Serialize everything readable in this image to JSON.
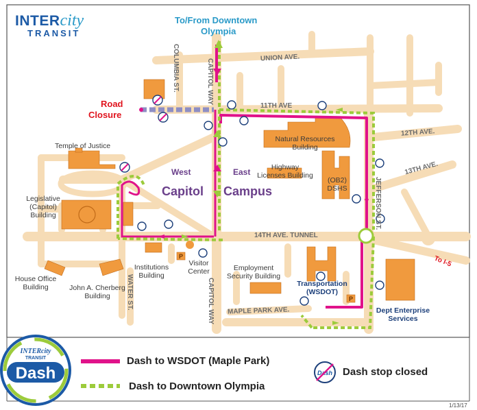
{
  "brand": {
    "line1": "INTER",
    "line1_italic": "city",
    "line2": "TRANSIT",
    "dash_logo_top": "INTERcity",
    "dash_logo_sub": "TRANSIT",
    "dash_logo_word": "Dash"
  },
  "title": {
    "to_from": "To/From Downtown",
    "olympia": "Olympia"
  },
  "road_closure": {
    "line1": "Road",
    "line2": "Closure"
  },
  "campus": {
    "west": "West",
    "east": "East",
    "capitol": "Capitol",
    "campus": "Campus"
  },
  "streets": {
    "union": "UNION AVE.",
    "eleventh": "11TH AVE",
    "twelfth": "12TH AVE.",
    "thirteenth": "13TH AVE.",
    "fourteenth": "14TH AVE. TUNNEL",
    "maple": "MAPLE PARK AVE.",
    "columbia": "COLUMBIA ST.",
    "capitol_way_top": "CAPITOL WAY",
    "capitol_way_bottom": "CAPITOL WAY",
    "jefferson": "JEFFERSON ST.",
    "water": "WATER ST.",
    "to_i5": "To I-5"
  },
  "buildings": {
    "temple": "Temple of Justice",
    "legislative": [
      "Legislative",
      "(Capitol)",
      "Building"
    ],
    "natural_resources": [
      "Natural Resources",
      "Building"
    ],
    "highway": [
      "Highway",
      "Licenses Building"
    ],
    "ob2": [
      "(OB2)",
      "DSHS"
    ],
    "institutions": [
      "Institutions",
      "Building"
    ],
    "visitor": [
      "Visitor",
      "Center"
    ],
    "employment": [
      "Employment",
      "Security Building"
    ],
    "transportation": [
      "Transportation",
      "(WSDOT)"
    ],
    "house_office": [
      "House Office",
      "Building"
    ],
    "cherberg": [
      "John A. Cherberg",
      "Building"
    ],
    "dept_enterprise": [
      "Dept Enterprise",
      "Services"
    ],
    "parking": "P"
  },
  "legend": {
    "wsdot": "Dash to WSDOT (Maple Park)",
    "downtown": "Dash to Downtown Olympia",
    "closed": "Dash stop closed"
  },
  "date": "1/13/17",
  "colors": {
    "street": "#f6dcb6",
    "building": "#f09a3e",
    "wsdot_route": "#e0128a",
    "downtown_route": "#9ccb3b",
    "closure": "#8e8ec4",
    "brand_blue": "#1c5aa6",
    "teal": "#2a9ac8"
  }
}
